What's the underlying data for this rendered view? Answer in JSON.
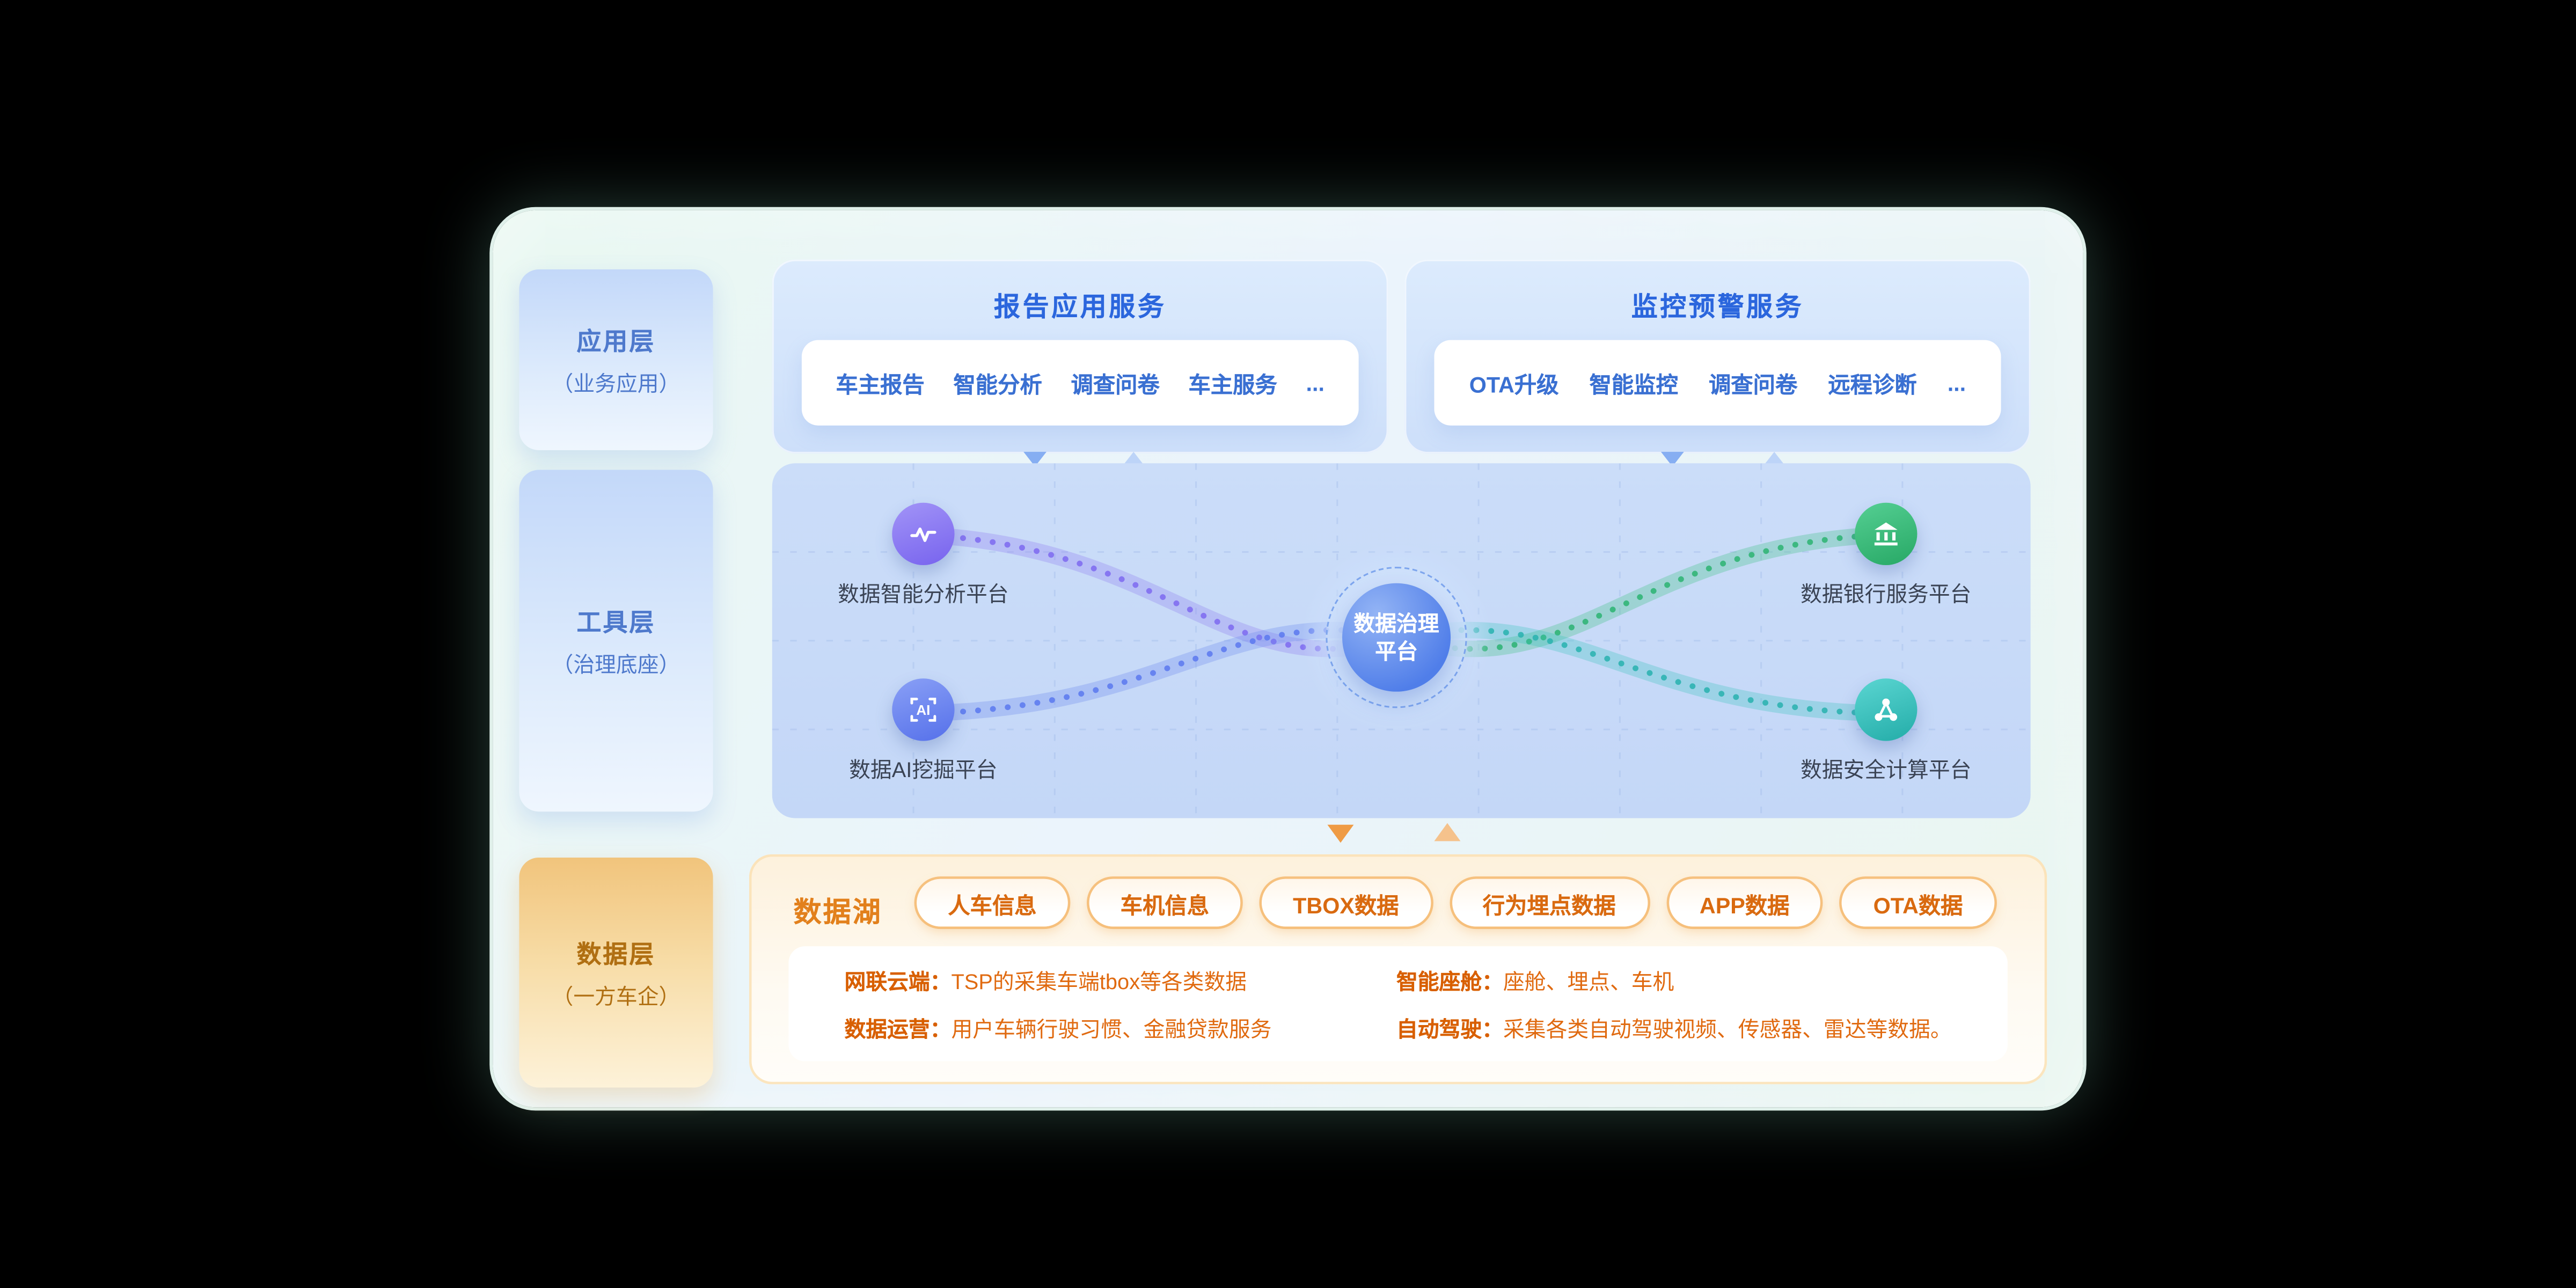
{
  "theme": {
    "blue_accent": "#2b66dd",
    "orange_accent": "#e2801c",
    "card_bg_from": "#e9f8f1",
    "card_bg_to": "#ebf4fc"
  },
  "layers": [
    {
      "title": "应用层",
      "subtitle": "（业务应用）",
      "style": "blue"
    },
    {
      "title": "工具层",
      "subtitle": "（治理底座）",
      "style": "blue"
    },
    {
      "title": "数据层",
      "subtitle": "（一方车企）",
      "style": "orange"
    }
  ],
  "report_panel": {
    "title": "报告应用服务",
    "items": [
      "车主报告",
      "智能分析",
      "调查问卷",
      "车主服务",
      "..."
    ]
  },
  "monitor_panel": {
    "title": "监控预警服务",
    "items": [
      "OTA升级",
      "智能监控",
      "调查问卷",
      "远程诊断",
      "..."
    ]
  },
  "governance": {
    "center": {
      "line1": "数据治理",
      "line2": "平台"
    },
    "platforms": [
      {
        "label": "数据智能分析平台",
        "icon": "chart-pulse-icon",
        "color": "#8d7bf0"
      },
      {
        "label": "数据AI挖掘平台",
        "icon": "ai-frame-icon",
        "color": "#5f7ced"
      },
      {
        "label": "数据银行服务平台",
        "icon": "bank-icon",
        "color": "#35b877"
      },
      {
        "label": "数据安全计算平台",
        "icon": "share-nodes-icon",
        "color": "#38c2be"
      }
    ]
  },
  "data_lake": {
    "title": "数据湖",
    "tags": [
      "人车信息",
      "车机信息",
      "TBOX数据",
      "行为埋点数据",
      "APP数据",
      "OTA数据"
    ],
    "details": [
      {
        "label": "网联云端：",
        "text": "TSP的采集车端tbox等各类数据"
      },
      {
        "label": "智能座舱：",
        "text": "座舱、埋点、车机"
      },
      {
        "label": "数据运营：",
        "text": "用户车辆行驶习惯、金融贷款服务"
      },
      {
        "label": "自动驾驶：",
        "text": "采集各类自动驾驶视频、传感器、雷达等数据。"
      }
    ]
  }
}
